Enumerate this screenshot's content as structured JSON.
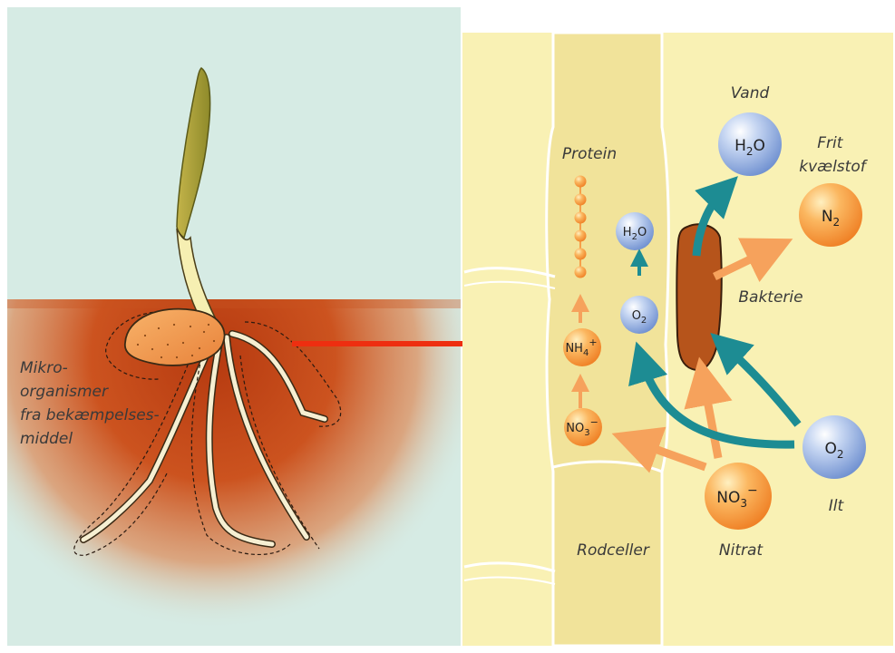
{
  "labels": {
    "microorganisms": [
      "Mikro-",
      "organismer",
      "fra bekæmpelses-",
      "middel"
    ],
    "protein": "Protein",
    "water": "Vand",
    "free_nitrogen": [
      "Frit",
      "kvælstof"
    ],
    "bacteria": "Bakterie",
    "oxygen": "Ilt",
    "nitrate": "Nitrat",
    "root_cells": "Rodceller"
  },
  "molecules": {
    "h2o_big": {
      "base": "H",
      "sub": "2",
      "tail": "O"
    },
    "n2": {
      "base": "N",
      "sub": "2"
    },
    "h2o_small": {
      "base": "H",
      "sub": "2",
      "tail": "O"
    },
    "o2_small": {
      "base": "O",
      "sub": "2"
    },
    "nh4": {
      "base": "NH",
      "sub": "4",
      "sup": "+"
    },
    "no3_small": {
      "base": "NO",
      "sub": "3",
      "sup": "−"
    },
    "no3_big": {
      "base": "NO",
      "sub": "3",
      "sup": "−"
    },
    "o2_big": {
      "base": "O",
      "sub": "2"
    }
  },
  "colors": {
    "left_background": "#d6ebe4",
    "soil": "#c24418",
    "right_background": "#f9f1b4",
    "root_cell": "#f1e39a",
    "orange_arrow": "#f6a25c",
    "teal_arrow": "#1d8c93",
    "red_arrow": "#ee2e10",
    "bacteria": "#b6541b",
    "blue_sphere": "#8fb0e0",
    "orange_sphere": "#f6a04a"
  }
}
